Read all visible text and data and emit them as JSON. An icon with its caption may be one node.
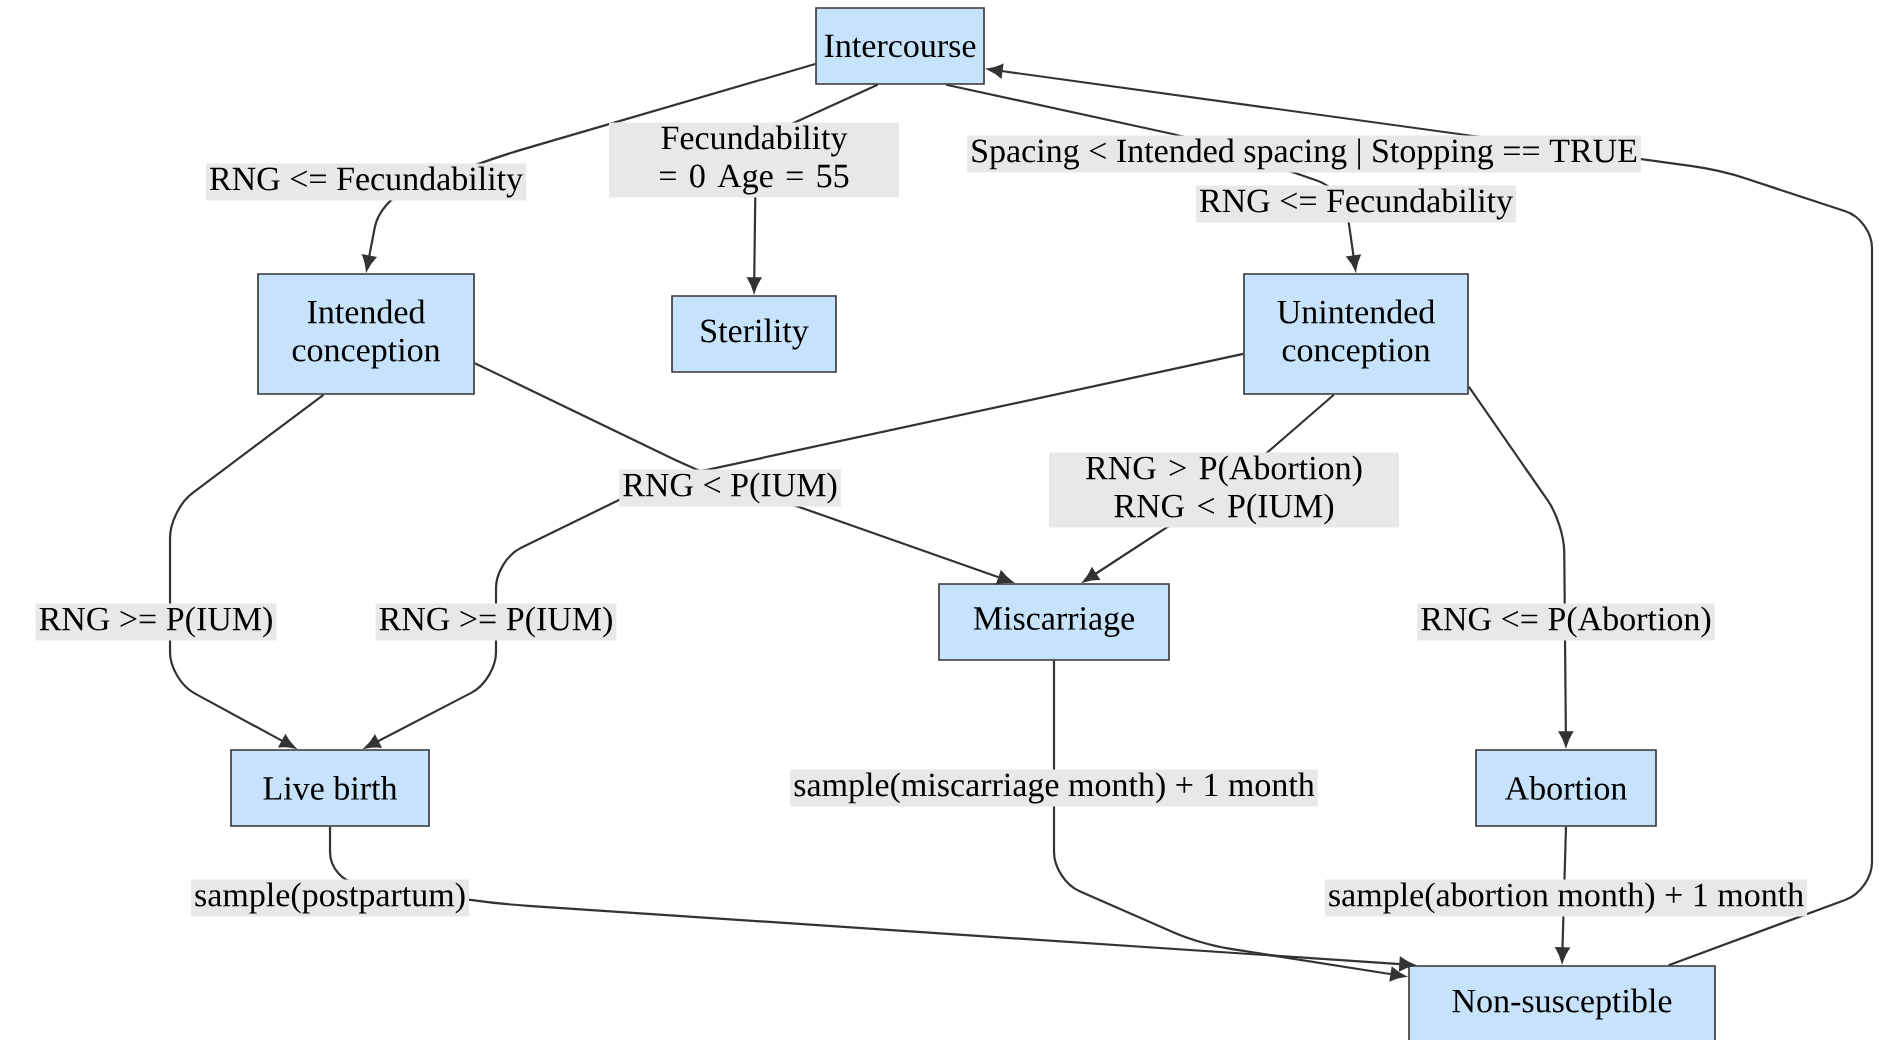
{
  "diagram": {
    "nodes": [
      {
        "text": [
          "Intercourse"
        ]
      },
      {
        "text": [
          "Intended conception"
        ]
      },
      {
        "text": [
          "Sterility"
        ]
      },
      {
        "text": [
          "Unintended conception"
        ]
      },
      {
        "text": [
          "Miscarriage"
        ]
      },
      {
        "text": [
          "Live birth"
        ]
      },
      {
        "text": [
          "Abortion"
        ]
      },
      {
        "text": [
          "Non-susceptible"
        ]
      }
    ],
    "edges": [
      {
        "from": 0,
        "to": 1,
        "arrow": "to",
        "label": "RNG <= Fecundability"
      },
      {
        "from": 0,
        "to": 2,
        "arrow": "to",
        "label": "Fecundability = 0 Age = 55"
      },
      {
        "from": 0,
        "to": 3,
        "arrow": "to",
        "label": "RNG <= Fecundability"
      },
      {
        "from": 1,
        "to": 5,
        "arrow": "to",
        "label": "RNG >= P(IUM)"
      },
      {
        "from": 1,
        "to": 4,
        "arrow": "to",
        "label": "RNG < P(IUM)"
      },
      {
        "from": 3,
        "to": 5,
        "arrow": "to",
        "label": "RNG >= P(IUM)"
      },
      {
        "from": 3,
        "to": 4,
        "arrow": "to",
        "label": "RNG > P(Abortion) RNG < P(IUM)"
      },
      {
        "from": 3,
        "to": 6,
        "arrow": "to",
        "label": "RNG <= P(Abortion)"
      },
      {
        "from": 5,
        "to": 7,
        "arrow": "to",
        "label": "sample(postpartum)"
      },
      {
        "from": 4,
        "to": 7,
        "arrow": "to",
        "label": "sample(miscarriage month) + 1 month"
      },
      {
        "from": 6,
        "to": 7,
        "arrow": "to",
        "label": "sample(abortion month) + 1 month"
      },
      {
        "from": 7,
        "to": 0,
        "arrow": "to",
        "label": "Spacing < Intended spacing | Stopping == TRUE"
      }
    ]
  }
}
